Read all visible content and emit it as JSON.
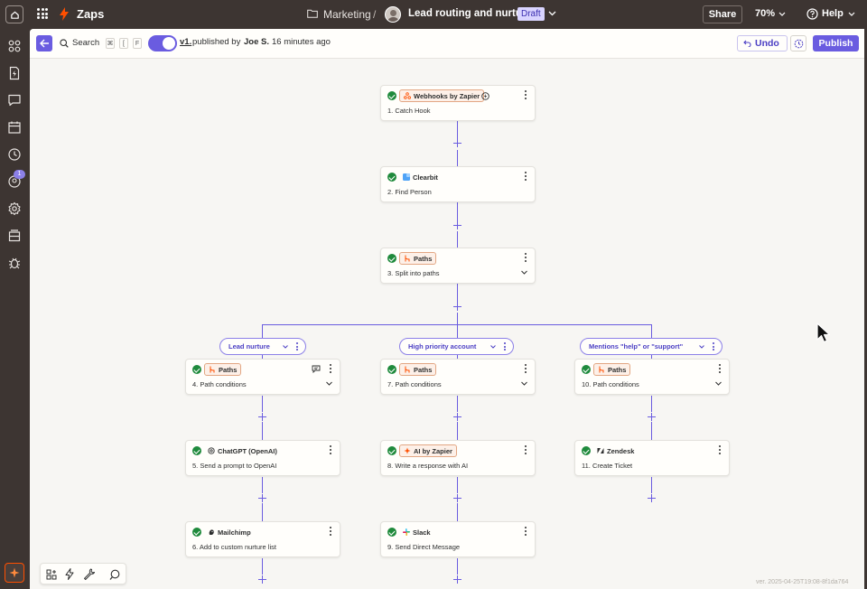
{
  "topbar": {
    "app_name": "Zaps",
    "folder": "Marketing",
    "separator": "/",
    "zap_title": "Lead routing and nurture",
    "status_badge": "Draft",
    "share_label": "Share",
    "zoom": "70%",
    "help_label": "Help"
  },
  "sidebar": {
    "notification_count": "1"
  },
  "subbar": {
    "search_label": "Search",
    "shortcut_keys": [
      "⌘",
      "[",
      "F"
    ],
    "version_link": "v1.",
    "published_text": "published by",
    "publisher": "Joe S.",
    "time_ago": "16 minutes ago",
    "undo_label": "Undo",
    "publish_label": "Publish"
  },
  "steps": [
    {
      "app": "Webhooks by Zapier",
      "title": "1. Catch Hook"
    },
    {
      "app": "Clearbit",
      "title": "2. Find Person"
    },
    {
      "app": "Paths",
      "title": "3. Split into paths"
    },
    {
      "app": "Paths",
      "title": "4. Path conditions"
    },
    {
      "app": "ChatGPT (OpenAI)",
      "title": "5. Send a prompt to OpenAI"
    },
    {
      "app": "Mailchimp",
      "title": "6. Add to custom nurture list"
    },
    {
      "app": "Paths",
      "title": "7. Path conditions"
    },
    {
      "app": "AI by Zapier",
      "title": "8. Write a response with AI"
    },
    {
      "app": "Slack",
      "title": "9. Send Direct Message"
    },
    {
      "app": "Paths",
      "title": "10. Path conditions"
    },
    {
      "app": "Zendesk",
      "title": "11. Create Ticket"
    }
  ],
  "paths": [
    {
      "label": "Lead nurture"
    },
    {
      "label": "High priority account"
    },
    {
      "label": "Mentions \"help\" or \"support\""
    }
  ],
  "footer": {
    "version": "ver. 2025-04-25T19:08-8f1da764"
  },
  "colors": {
    "accent": "#6a5ce0",
    "success": "#1f8a3c",
    "brand_orange": "#ff4f00",
    "chrome": "#3d3532"
  }
}
